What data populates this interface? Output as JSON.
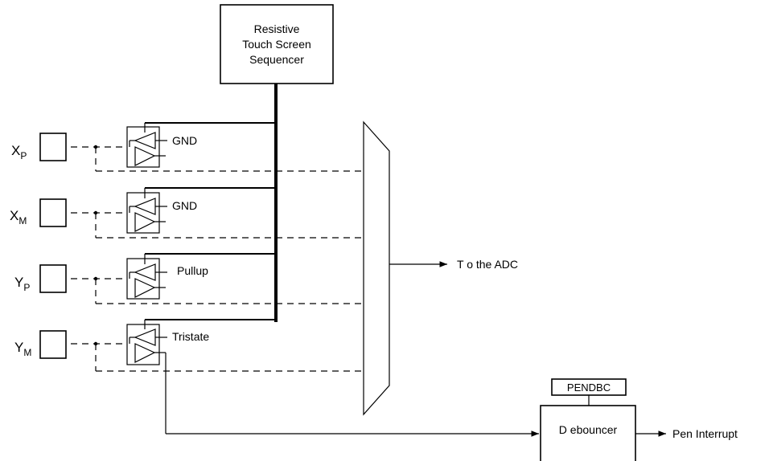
{
  "sequencer": {
    "line1": "Resistive",
    "line2": "Touch Screen",
    "line3": "Sequencer"
  },
  "pins": [
    {
      "main": "X",
      "sub": "P",
      "drive": "GND"
    },
    {
      "main": "X",
      "sub": "M",
      "drive": "GND"
    },
    {
      "main": "Y",
      "sub": "P",
      "drive": "Pullup"
    },
    {
      "main": "Y",
      "sub": "M",
      "drive": "Tristate"
    }
  ],
  "mux_output": "T o the ADC",
  "pendbc": "PENDBC",
  "debouncer": "D ebouncer",
  "pen_interrupt": "Pen Interrupt"
}
